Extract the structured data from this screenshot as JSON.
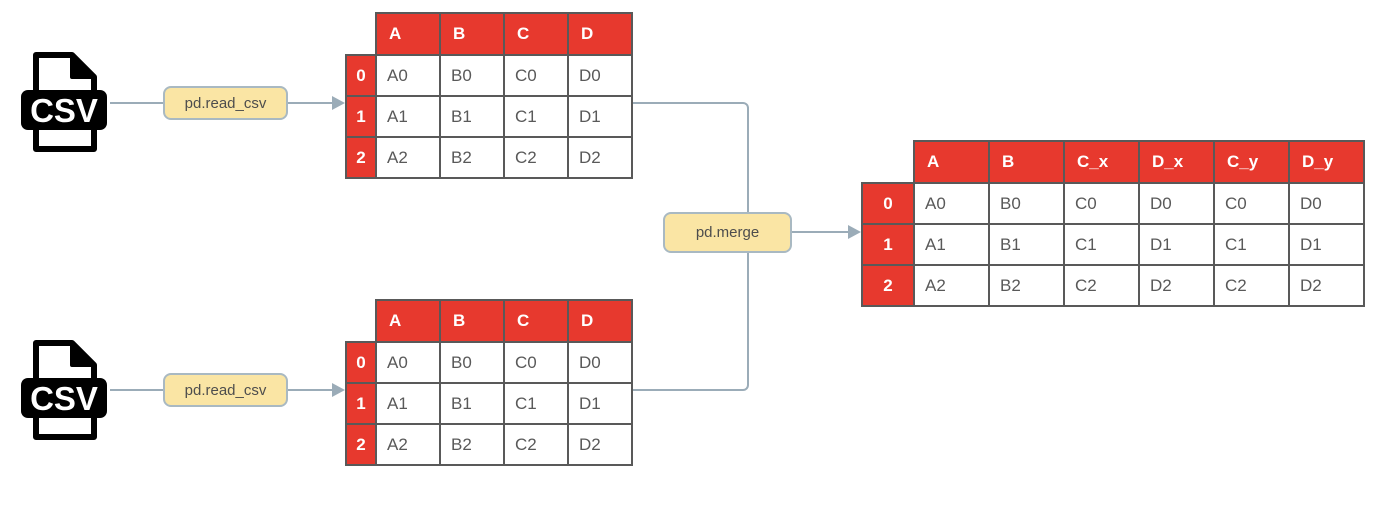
{
  "colors": {
    "red": "#E7392E",
    "header_text": "#FFFFFF",
    "cell_text": "#595959",
    "table_border": "#595959",
    "label_bg": "#FAE5A4",
    "label_border": "#A9B9C2",
    "label_text": "#4D4D4D",
    "connector": "#9BACB8",
    "icon": "#000000",
    "background": "#FFFFFF"
  },
  "labels": {
    "read_csv_top": "pd.read_csv",
    "read_csv_bottom": "pd.read_csv",
    "merge": "pd.merge"
  },
  "csv_icon": {
    "text": "CSV"
  },
  "tables": {
    "top": {
      "columns": [
        "A",
        "B",
        "C",
        "D"
      ],
      "index": [
        "0",
        "1",
        "2"
      ],
      "rows": [
        [
          "A0",
          "B0",
          "C0",
          "D0"
        ],
        [
          "A1",
          "B1",
          "C1",
          "D1"
        ],
        [
          "A2",
          "B2",
          "C2",
          "D2"
        ]
      ]
    },
    "bottom": {
      "columns": [
        "A",
        "B",
        "C",
        "D"
      ],
      "index": [
        "0",
        "1",
        "2"
      ],
      "rows": [
        [
          "A0",
          "B0",
          "C0",
          "D0"
        ],
        [
          "A1",
          "B1",
          "C1",
          "D1"
        ],
        [
          "A2",
          "B2",
          "C2",
          "D2"
        ]
      ]
    },
    "merged": {
      "columns": [
        "A",
        "B",
        "C_x",
        "D_x",
        "C_y",
        "D_y"
      ],
      "index": [
        "0",
        "1",
        "2"
      ],
      "rows": [
        [
          "A0",
          "B0",
          "C0",
          "D0",
          "C0",
          "D0"
        ],
        [
          "A1",
          "B1",
          "C1",
          "D1",
          "C1",
          "D1"
        ],
        [
          "A2",
          "B2",
          "C2",
          "D2",
          "C2",
          "D2"
        ]
      ]
    }
  }
}
